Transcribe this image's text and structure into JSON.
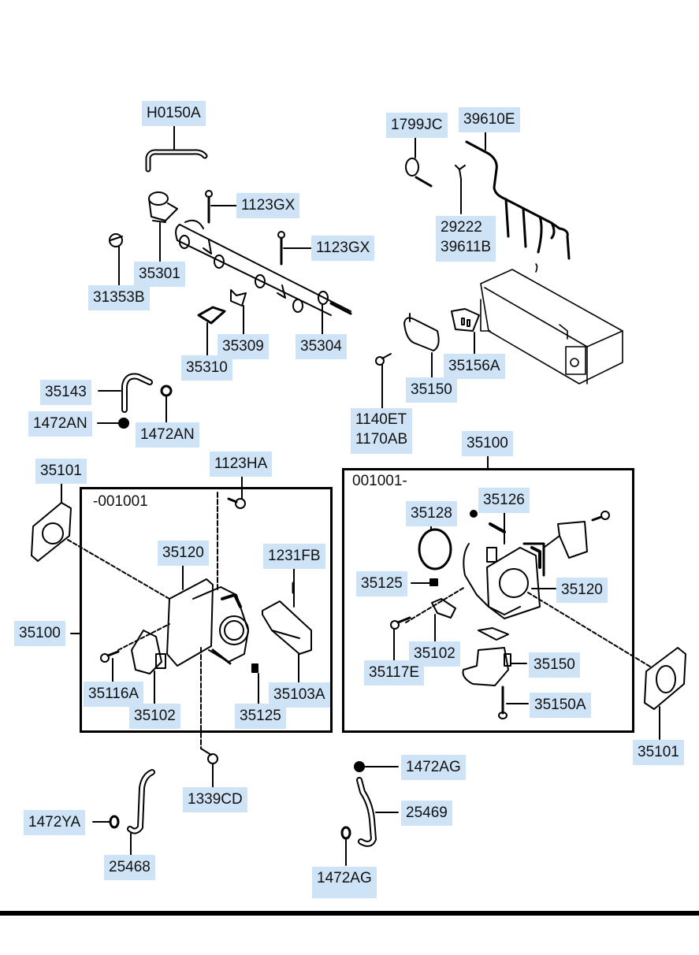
{
  "diagram": {
    "title": "Throttle Body & Fuel Rail Parts Diagram",
    "accent_label_bg": "#cfe3f7",
    "line_color": "#000000",
    "group_boxes": [
      {
        "id": "left",
        "tag": "-001001",
        "ref_label": "35100"
      },
      {
        "id": "right",
        "tag": "001001-",
        "ref_label": "35100"
      }
    ],
    "labels": {
      "H0150A": "H0150A",
      "1123GX_a": "1123GX",
      "1123GX_b": "1123GX",
      "35301": "35301",
      "31353B": "31353B",
      "35309": "35309",
      "35304": "35304",
      "35310": "35310",
      "1799JC": "1799JC",
      "39610E": "39610E",
      "29222": "29222",
      "39611B": "39611B",
      "35150_top": "35150",
      "35156A": "35156A",
      "1140ET": "1140ET",
      "1170AB": "1170AB",
      "35143": "35143",
      "1472AN_a": "1472AN",
      "1472AN_b": "1472AN",
      "35100_right": "35100",
      "35101_left": "35101",
      "1123HA": "1123HA",
      "35120_left": "35120",
      "1231FB": "1231FB",
      "35100_left": "35100",
      "35116A": "35116A",
      "35102_left": "35102",
      "35125_left": "35125",
      "35103A": "35103A",
      "35128": "35128",
      "35126": "35126",
      "35125_right": "35125",
      "35120_right": "35120",
      "35102_right": "35102",
      "35117E": "35117E",
      "35150_right": "35150",
      "35150A": "35150A",
      "35101_right": "35101",
      "1339CD": "1339CD",
      "1472YA": "1472YA",
      "25468": "25468",
      "1472AG_a": "1472AG",
      "25469": "25469",
      "1472AG_b": "1472AG"
    }
  }
}
